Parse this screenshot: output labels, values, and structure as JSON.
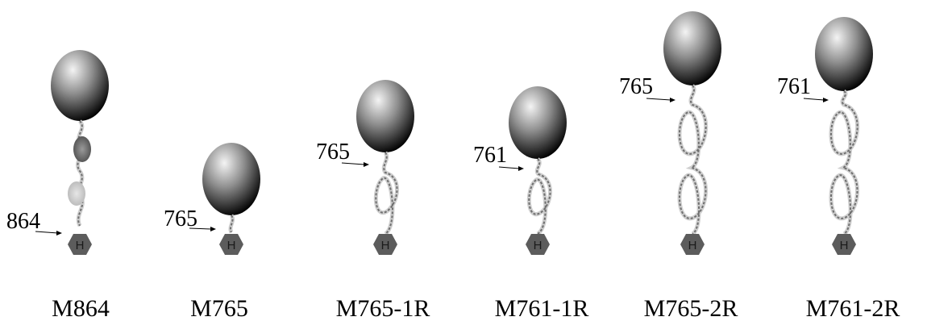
{
  "diagram": {
    "colors": {
      "head_light": "#f4f4f4",
      "head_dark": "#000000",
      "hexagon_fill": "#5c5c5c",
      "hexagon_text": "#1a1a1a",
      "strand": "#6f6f6f",
      "background": "#ffffff"
    },
    "constructs": [
      {
        "label": "M864",
        "residue": "864",
        "loops": 0,
        "blobs": 2
      },
      {
        "label": "M765",
        "residue": "765",
        "loops": 0,
        "blobs": 0
      },
      {
        "label": "M765-1R",
        "residue": "765",
        "loops": 1,
        "blobs": 0
      },
      {
        "label": "M761-1R",
        "residue": "761",
        "loops": 1,
        "blobs": 0
      },
      {
        "label": "M765-2R",
        "residue": "765",
        "loops": 2,
        "blobs": 0
      },
      {
        "label": "M761-2R",
        "residue": "761",
        "loops": 2,
        "blobs": 0
      }
    ],
    "hexagon_label": "H"
  }
}
